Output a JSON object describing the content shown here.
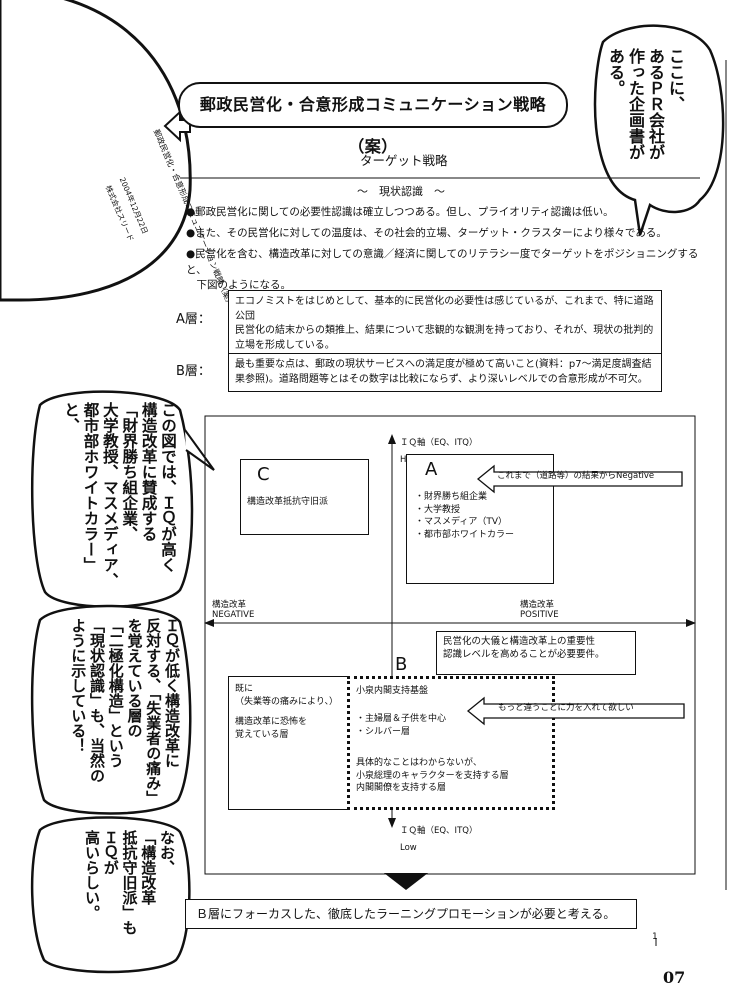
{
  "document_image": {
    "title": "郵政民営化・合意形成コミュニケーション戦略（案）",
    "date_line": "2004年12月22日",
    "author_line": "株式会社スリード"
  },
  "title": "郵政民営化・合意形成コミュニケーション戦略（案）",
  "bubbles": {
    "top_right": [
      "ここに、",
      "あるＰＲ会社が",
      "作った企画書が",
      "ある。"
    ],
    "left_1": [
      "この図では、ＩＱが高く",
      "構造改革に賛成する",
      "「財界勝ち組企業、",
      "大学教授、マスメディア、",
      "都市部ホワイトカラー」と、"
    ],
    "left_2": [
      "ＩＱが低く構造改革に",
      "反対する、「失業者の痛み」",
      "を覚えている層の",
      "「二極化構造」という",
      "「現状認識」も、当然の",
      "ように示している！"
    ],
    "left_3": [
      "なお、",
      "「構造改革",
      "抵抗守旧派」も",
      "ＩＱが",
      "高いらしい。"
    ]
  },
  "section": {
    "heading": "ターゲット戦略",
    "subheading": "～　現状認識　～",
    "bullets": [
      "●郵政民営化に関しての必要性認識は確立しつつある。但し、プライオリティ認識は低い。",
      "●また、その民営化に対しての温度は、その社会的立場、ターゲット・クラスターにより様々である。",
      "●民営化を含む、構造改革に対しての意識／経済に関してのリテラシー度でターゲットをポジショニングすると、",
      "　下図のようになる。"
    ]
  },
  "layers": {
    "a_label": "A層：",
    "a_text": [
      "エコノミストをはじめとして、基本的に民営化の必要性は感じているが、これまで、特に道路公団",
      "民営化の結末からの類推上、結果について悲観的な観測を持っており、それが、現状の批判的",
      "立場を形成している。"
    ],
    "b_label": "B層：",
    "b_text": [
      "最も重要な点は、郵政の現状サービスへの満足度が極めて高いこと(資料：p7～満足度調査結",
      "果参照)。道路問題等とはその数字は比較にならず、より深いレベルでの合意形成が不可欠。"
    ]
  },
  "diagram": {
    "y_axis_top": "ＩＱ軸（EQ、ITQ）",
    "y_top": "High",
    "y_axis_bottom": "ＩＱ軸（EQ、ITQ）",
    "y_bottom": "Low",
    "x_left_label": "構造改革",
    "x_left": "NEGATIVE",
    "x_right_label": "構造改革",
    "x_right": "POSITIVE",
    "c_letter": "C",
    "c_text": "構造改革抵抗守旧派",
    "a_letter": "A",
    "a_items": [
      "・財界勝ち組企業",
      "・大学教授",
      "・マスメディア（TV）",
      "・都市部ホワイトカラー"
    ],
    "a_arrow_text": "これまで（道路等）の結果からNegative",
    "b_letter": "B",
    "b_callout": [
      "民営化の大儀と構造改革上の重要性",
      "認識レベルを高めることが必要要件。"
    ],
    "b_arrow_text": "もっと違うことに力を入れて欲しい",
    "b_title": "小泉内閣支持基盤",
    "b_items": [
      "・主婦層＆子供を中心",
      "・シルバー層"
    ],
    "b_desc": [
      "具体的なことはわからないが、",
      "小泉総理のキャラクターを支持する層",
      "内閣閣僚を支持する層"
    ],
    "left_box": [
      "既に",
      "（失業等の痛みにより、）",
      "",
      "構造改革に恐怖を",
      "覚えている層"
    ]
  },
  "conclusion": "Ｂ層にフォーカスした、徹底したラーニングプロモーションが必要と考える。",
  "footer": {
    "mark": "1",
    "page_number": "07"
  }
}
